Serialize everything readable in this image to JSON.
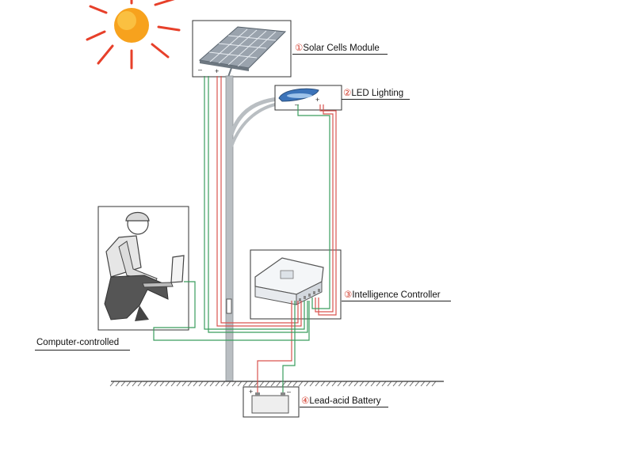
{
  "labels": {
    "solar": {
      "num": "①",
      "text": "Solar Cells Module"
    },
    "led": {
      "num": "②",
      "text": "LED Lighting"
    },
    "controller": {
      "num": "③",
      "text": "Intelligence Controller"
    },
    "battery": {
      "num": "④",
      "text": "Lead-acid Battery"
    },
    "computer": {
      "text": "Computer-controlled"
    }
  },
  "terminals": {
    "minus": "–",
    "plus": "+"
  },
  "colors": {
    "positive_wire": "#d9534f",
    "negative_wire": "#3a9d5d",
    "pole": "#b9bec2",
    "sun": "#f59a1b"
  }
}
